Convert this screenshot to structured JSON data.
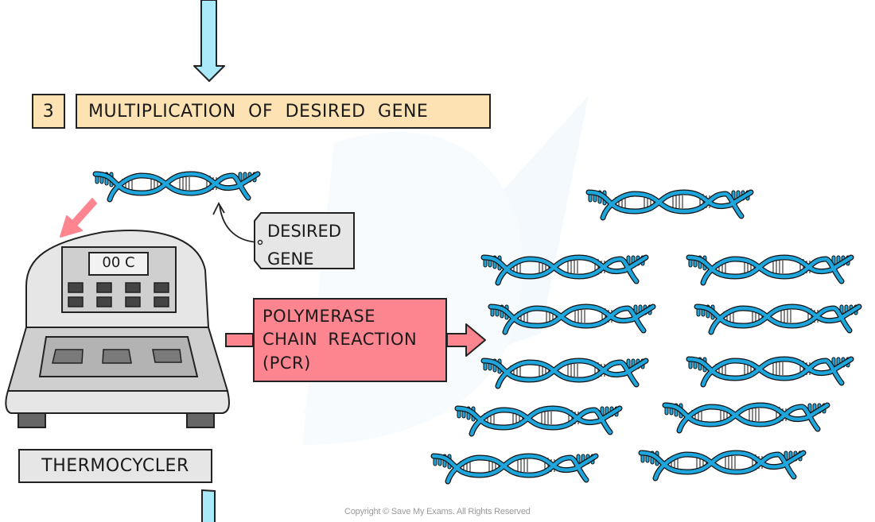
{
  "diagram": {
    "step_number": "3",
    "step_title": "MULTIPLICATION OF DESIRED GENE",
    "input_gene_label": [
      "DESIRED",
      "GENE"
    ],
    "machine": {
      "display_reading": "00 C",
      "label": "THERMOCYCLER"
    },
    "process": {
      "lines": [
        "POLYMERASE",
        "CHAIN REACTION",
        "(PCR)"
      ]
    },
    "output": {
      "description": "multiple copies of desired gene (DNA double helices)",
      "copy_count": 11
    },
    "copyright": "Copyright © Save My Exams. All Rights Reserved",
    "colors": {
      "step_fill": "#fde3b3",
      "pcr_fill": "#fd8590",
      "dna_blue": "#1ea6dc",
      "flow_arrow": "#a9e9f9",
      "machine_grey": "#e3e3e3",
      "label_grey": "#e6e6e6"
    }
  }
}
